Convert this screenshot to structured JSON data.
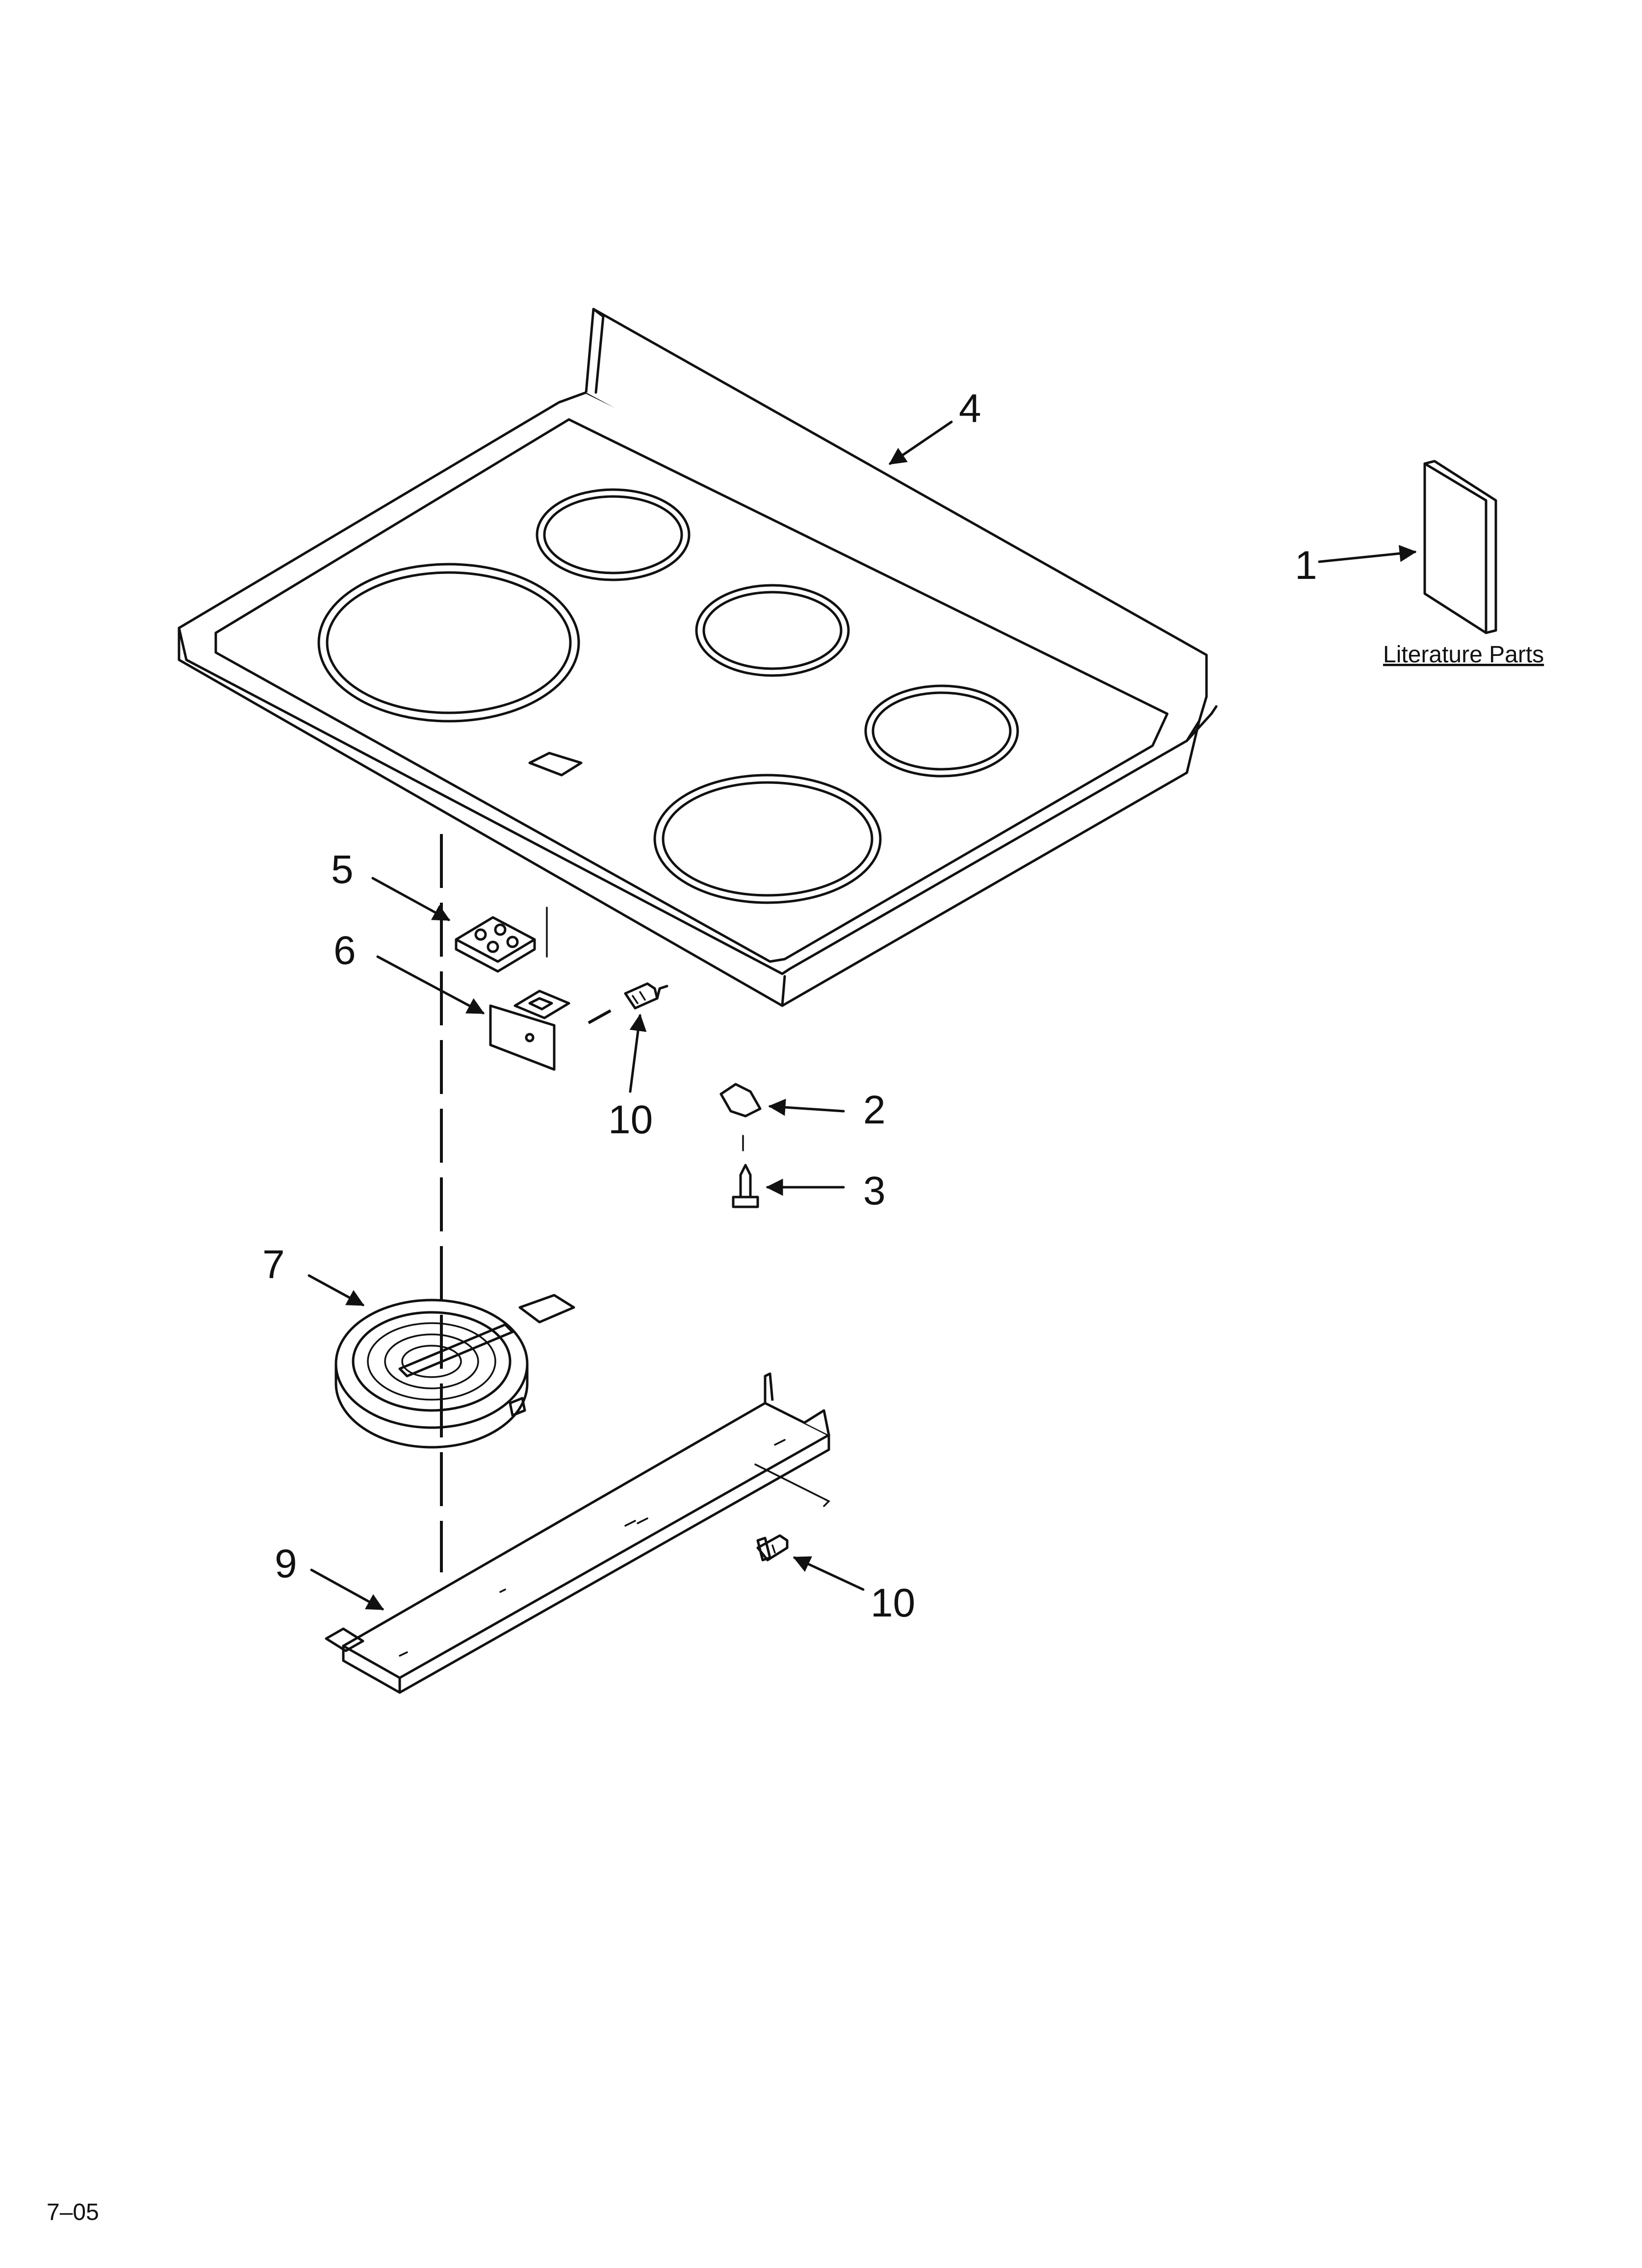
{
  "callouts": {
    "c1": "1",
    "c2": "2",
    "c3": "3",
    "c4": "4",
    "c5": "5",
    "c6": "6",
    "c7": "7",
    "c9": "9",
    "c10a": "10",
    "c10b": "10"
  },
  "literature_label": "Literature Parts",
  "footer_code": "7–05"
}
